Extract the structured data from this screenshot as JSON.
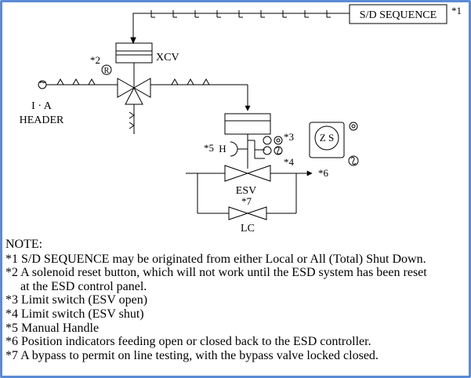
{
  "diagram": {
    "sd_sequence": "S/D SEQUENCE",
    "ref1": "*1",
    "ref2": "*2",
    "reset_letter": "R",
    "xcv": "XCV",
    "ia": "I · A",
    "header": "HEADER",
    "ref3": "*3",
    "ref4": "*4",
    "ref5": "*5",
    "ref6": "*6",
    "ref7": "*7",
    "h_letter": "H",
    "zs": "Z S",
    "esv": "ESV",
    "lc": "LC",
    "s_letter": "S"
  },
  "notes": {
    "title": "NOTE:",
    "n1": "*1 S/D SEQUENCE may be originated from either Local or All (Total) Shut Down.",
    "n2a": "*2 A solenoid reset button, which will not work until the ESD system has been reset",
    "n2b": "at the ESD control panel.",
    "n3": "*3 Limit switch (ESV open)",
    "n4": "*4 Limit switch (ESV shut)",
    "n5": "*5 Manual Handle",
    "n6": "*6 Position indicators feeding open or closed back to the ESD controller.",
    "n7": "*7 A bypass to permit on line testing, with the bypass valve locked closed."
  }
}
